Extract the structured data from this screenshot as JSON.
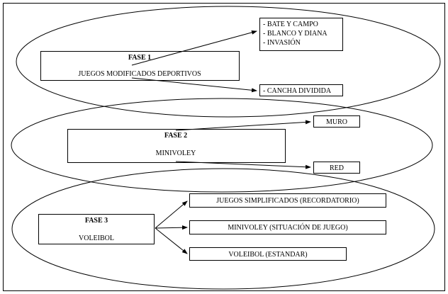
{
  "phases": [
    {
      "title": "FASE 1",
      "name": "JUEGOS MODIFICADOS DEPORTIVOS",
      "targets": [
        {
          "lines": [
            "- BATE Y CAMPO",
            "- BLANCO Y DIANA",
            "- INVASIÓN"
          ]
        },
        {
          "lines": [
            "- CANCHA DIVIDIDA"
          ]
        }
      ]
    },
    {
      "title": "FASE 2",
      "name": "MINIVOLEY",
      "targets": [
        {
          "lines": [
            "MURO"
          ]
        },
        {
          "lines": [
            "RED"
          ]
        }
      ]
    },
    {
      "title": "FASE 3",
      "name": "VOLEIBOL",
      "targets": [
        {
          "lines": [
            "JUEGOS SIMPLIFICADOS (RECORDATORIO)"
          ]
        },
        {
          "lines": [
            "MINIVOLEY (SITUACIÓN DE JUEGO)"
          ]
        },
        {
          "lines": [
            "VOLEIBOL (ESTANDAR)"
          ]
        }
      ]
    }
  ]
}
